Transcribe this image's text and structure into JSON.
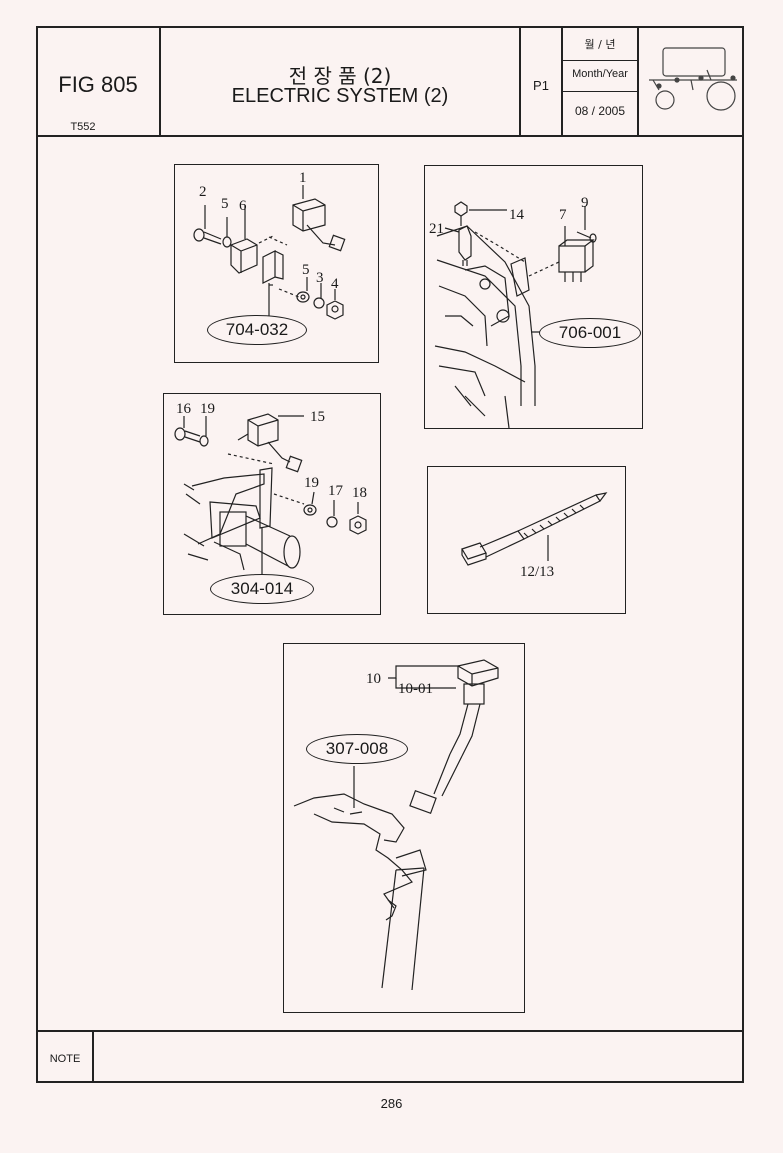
{
  "header": {
    "fig_number": "FIG 805",
    "model": "T552",
    "title_korean": "전 장 품 (2)",
    "title_english": "ELECTRIC SYSTEM (2)",
    "page_label": "P1",
    "date_label_korean": "월 / 년",
    "date_label_english": "Month/Year",
    "date_value": "08 / 2005",
    "tractor_icon": "tractor-electric-diagram-icon"
  },
  "diagrams": [
    {
      "id": "704-032",
      "callouts": [
        "1",
        "2",
        "5",
        "6",
        "5",
        "3",
        "4"
      ]
    },
    {
      "id": "706-001",
      "callouts": [
        "14",
        "21",
        "7",
        "9"
      ]
    },
    {
      "id": "304-014",
      "callouts": [
        "16",
        "19",
        "15",
        "19",
        "17",
        "18"
      ]
    },
    {
      "id": "12/13",
      "callouts": [
        "12/13"
      ]
    },
    {
      "id": "307-008",
      "callouts": [
        "10",
        "10-01"
      ]
    }
  ],
  "note": {
    "label": "NOTE",
    "text": ""
  },
  "page_number": "286",
  "colors": {
    "paper": "#fbf3f2",
    "ink": "#222222"
  }
}
